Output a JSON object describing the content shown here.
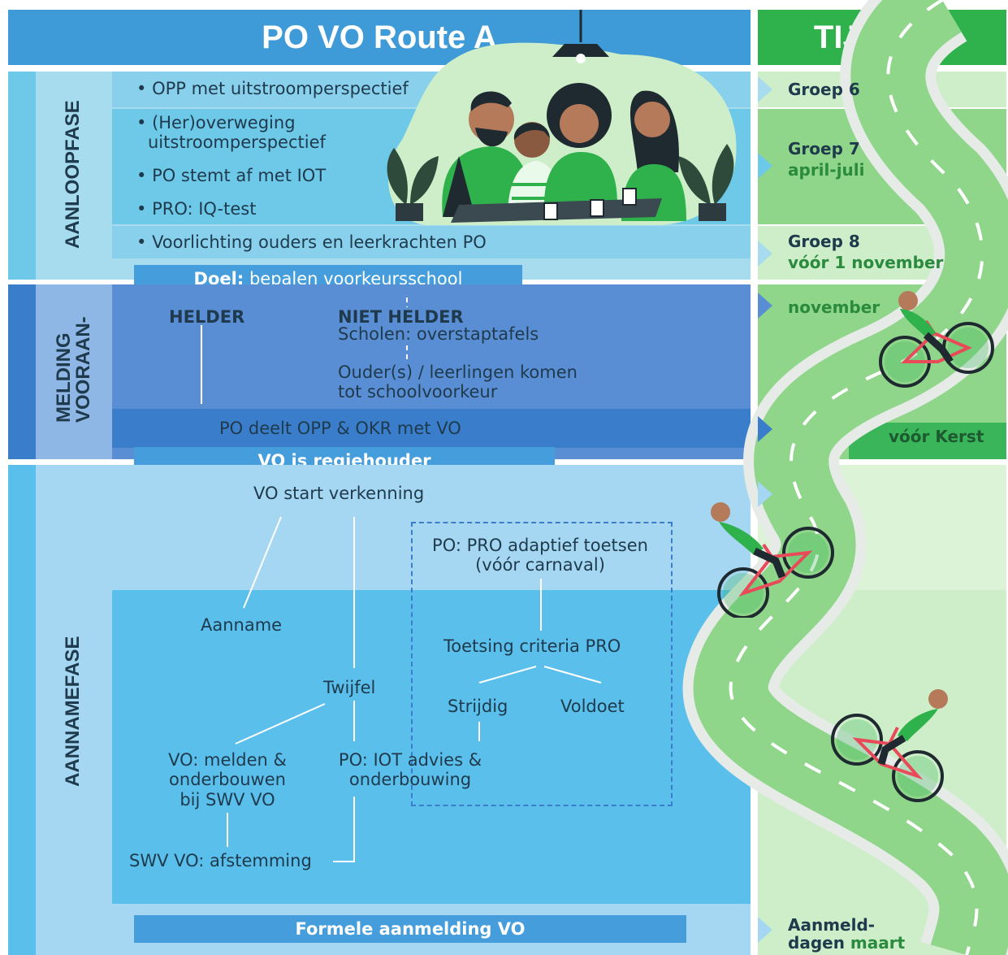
{
  "header": {
    "title": "PO VO Route A",
    "tijdpad": "TIJDPAD"
  },
  "phases": {
    "aanloop": "AANLOOPFASE",
    "vooraanmelding": "VOORAAN-\nMELDING",
    "aanname": "AANNAMEFASE"
  },
  "aanloop": {
    "items": [
      "OPP met uitstroomperspectief",
      "(Her)overweging",
      "uitstroomperspectief",
      "PO stemt af met IOT",
      "PRO: IQ-test",
      "Voorlichting ouders en leerkrachten PO"
    ],
    "doel_label": "Doel:",
    "doel_text": "bepalen voorkeursschool"
  },
  "vooraanmelding": {
    "helder": "HELDER",
    "niet_helder": "NIET HELDER",
    "scholen": "Scholen: overstaptafels",
    "ouders_1": "Ouder(s) / leerlingen komen",
    "ouders_2": "tot schoolvoorkeur",
    "po_deelt": "PO deelt OPP & OKR met VO",
    "regie": "VO is regiehouder"
  },
  "aanname": {
    "start": "VO start verkenning",
    "aanname": "Aanname",
    "twijfel": "Twijfel",
    "pro_1": "PO: PRO adaptief toetsen",
    "pro_2": "(vóór carnaval)",
    "toetsing": "Toetsing criteria PRO",
    "strijdig": "Strijdig",
    "voldoet": "Voldoet",
    "melden_1": "VO: melden &",
    "melden_2": "onderbouwen",
    "melden_3": "bij SWV VO",
    "iot_1": "PO: IOT advies &",
    "iot_2": "onderbouwing",
    "swv": "SWV VO: afstemming",
    "formele": "Formele aanmelding VO"
  },
  "tijdpad": {
    "groep6": "Groep 6",
    "groep7": "Groep 7",
    "groep7_sub": "april-juli",
    "groep8": "Groep 8",
    "groep8_sub": "vóór 1 november",
    "november": "november",
    "kerst": "vóór Kerst",
    "aanmeld_1": "Aanmeld-",
    "aanmeld_2": "dagen",
    "aanmeld_3": "maart"
  },
  "colors": {
    "header_blue": "#3f9ad8",
    "header_green": "#2fb24c",
    "aanloop_light": "#a7dcef",
    "aanloop_mid": "#6ec8e8",
    "voor_dark": "#3a7ecb",
    "voor_mid": "#5a8ed4",
    "aanname_light": "#a5d7f2",
    "aanname_mid": "#5bbfec",
    "bar_blue": "#459ddb",
    "green_light": "#cdeec8",
    "green_mid": "#8fd68a",
    "green_dark": "#3ab55a"
  }
}
